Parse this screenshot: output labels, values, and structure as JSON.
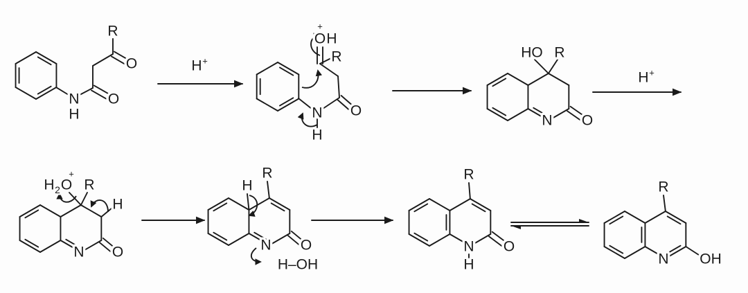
{
  "title": "Knorr quinolin-2-one synthesis mechanism",
  "colors": {
    "ink": "#1a1a1a",
    "background": "#fdfdfd"
  },
  "reagents": {
    "step1": {
      "atom": "H",
      "charge": "+"
    },
    "step3": {
      "atom": "H",
      "charge": "+"
    }
  },
  "m1": {
    "R": "R",
    "O_ketone": "O",
    "N": "N",
    "H": "H",
    "O_amide": "O"
  },
  "m2": {
    "O": "O",
    "OH_H": "H",
    "charge": "+",
    "R": "R",
    "N": "N",
    "H": "H",
    "O_amide": "O"
  },
  "m3": {
    "HO": "HO",
    "R": "R",
    "N": "N",
    "O": "O"
  },
  "m4": {
    "H": "H",
    "sub2": "2",
    "O": "O",
    "charge": "+",
    "R": "R",
    "H_alpha": "H",
    "N": "N",
    "O_amide": "O"
  },
  "m5": {
    "R": "R",
    "H": "H",
    "N": "N",
    "O": "O",
    "water": "H–OH"
  },
  "m6": {
    "R": "R",
    "N": "N",
    "H": "H",
    "O": "O"
  },
  "m7": {
    "R": "R",
    "N": "N",
    "OH": "OH"
  }
}
